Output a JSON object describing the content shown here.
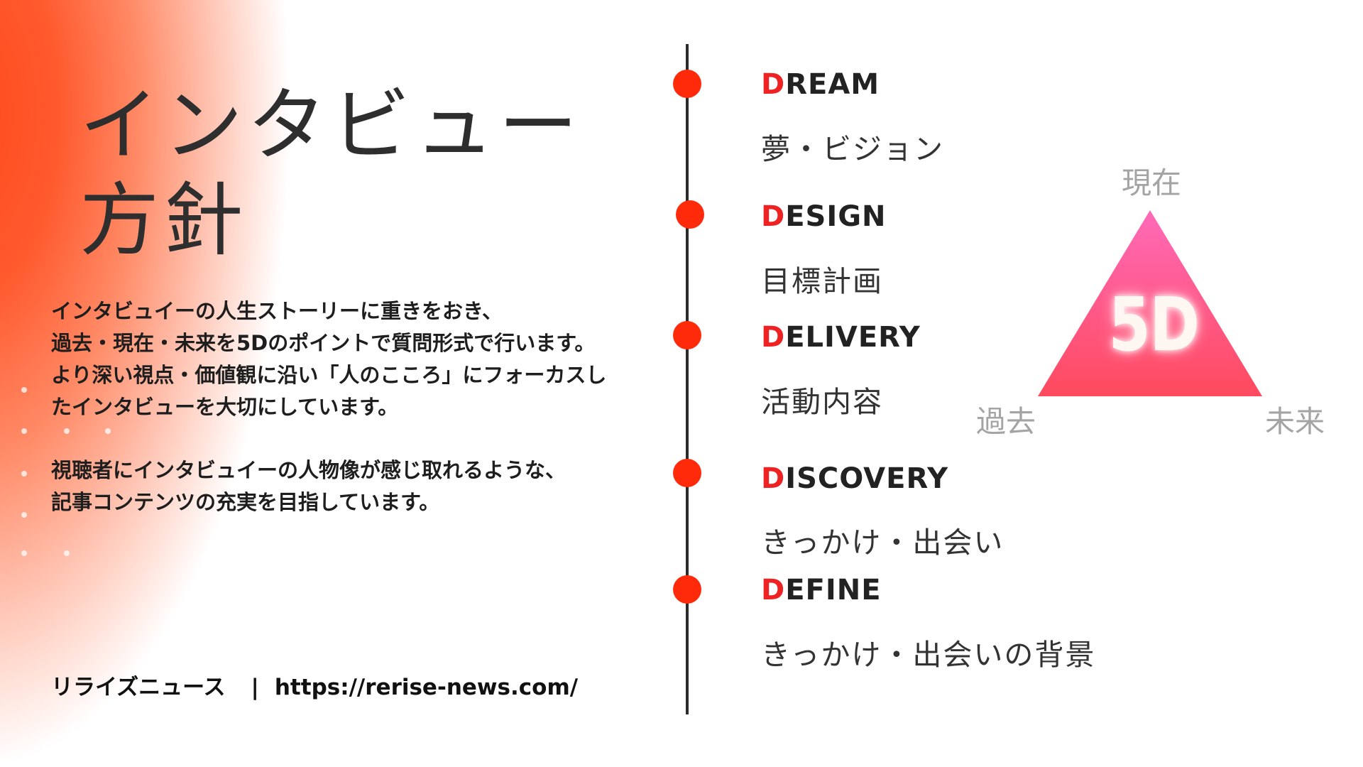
{
  "title": {
    "line1": "インタビュー",
    "line2": "方針"
  },
  "description": {
    "paragraph1": [
      "インタビュイーの人生ストーリーに重きをおき、",
      "過去・現在・未来を5Dのポイントで質問形式で行います。",
      "より深い視点・価値観に沿い「人のこころ」にフォーカスし",
      "たインタビューを大切にしています。"
    ],
    "paragraph2": [
      "視聴者にインタビュイーの人物像が感じ取れるような、",
      "記事コンテンツの充実を目指しています。"
    ]
  },
  "footer": {
    "brand": "リライズニュース",
    "separator": "|",
    "url": "https://rerise-news.com/"
  },
  "stages": [
    {
      "first_letter": "D",
      "rest": "REAM",
      "subtitle": "夢・ビジョン"
    },
    {
      "first_letter": "D",
      "rest": "ESIGN",
      "subtitle": "目標計画"
    },
    {
      "first_letter": "D",
      "rest": "ELIVERY",
      "subtitle": "活動内容"
    },
    {
      "first_letter": "D",
      "rest": "ISCOVERY",
      "subtitle": "きっかけ・出会い"
    },
    {
      "first_letter": "D",
      "rest": "EFINE",
      "subtitle": "きっかけ・出会いの背景"
    }
  ],
  "diagram": {
    "center_label": "5D",
    "top_label": "現在",
    "left_label": "過去",
    "right_label": "未来"
  },
  "colors": {
    "accent_red": "#ff2a0a",
    "letter_red": "#ee2222",
    "triangle_top": "#ff6ab8",
    "triangle_bottom": "#ff4a5e",
    "gradient_orange": "#ff4a1c",
    "corner_gray": "#a4a4a4"
  }
}
